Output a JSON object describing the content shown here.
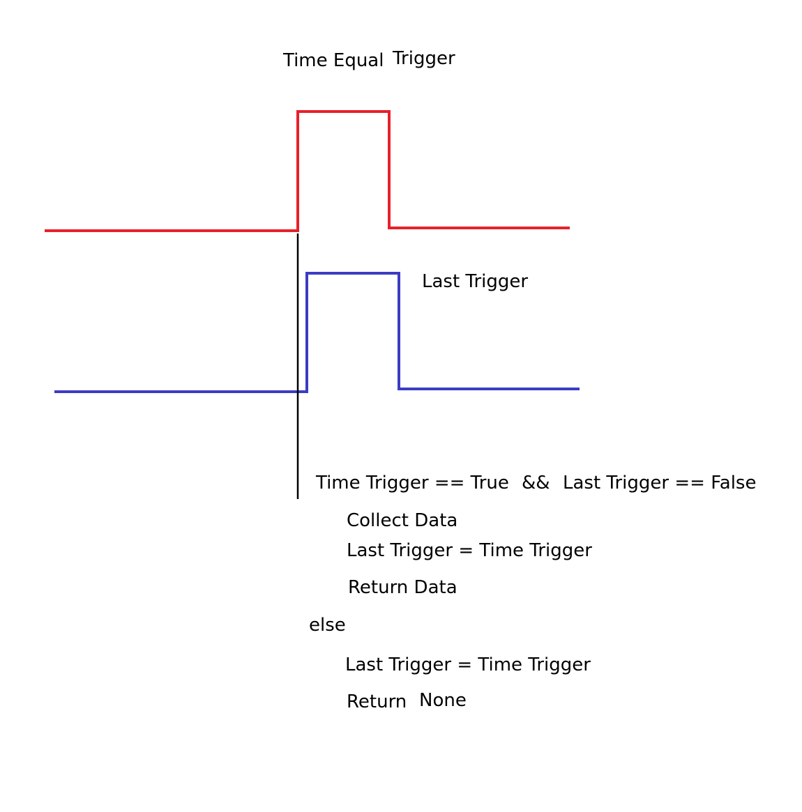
{
  "labels": {
    "time_equal": "Time Equal",
    "trigger": "Trigger",
    "last_trigger": "Last Trigger"
  },
  "code": {
    "condition_left": "Time Trigger == True",
    "condition_operator": "&&",
    "condition_right": "Last Trigger == False",
    "collect_data": "Collect Data",
    "assign_if": "Last Trigger = Time Trigger",
    "return_data": "Return Data",
    "else_keyword": "else",
    "assign_else": "Last Trigger = Time Trigger",
    "return_keyword": "Return",
    "none_value": "None"
  },
  "colors": {
    "time_trigger_signal": "#e8202a",
    "last_trigger_signal": "#3c3cc4",
    "marker_line": "#000000",
    "background": "#ffffff"
  }
}
